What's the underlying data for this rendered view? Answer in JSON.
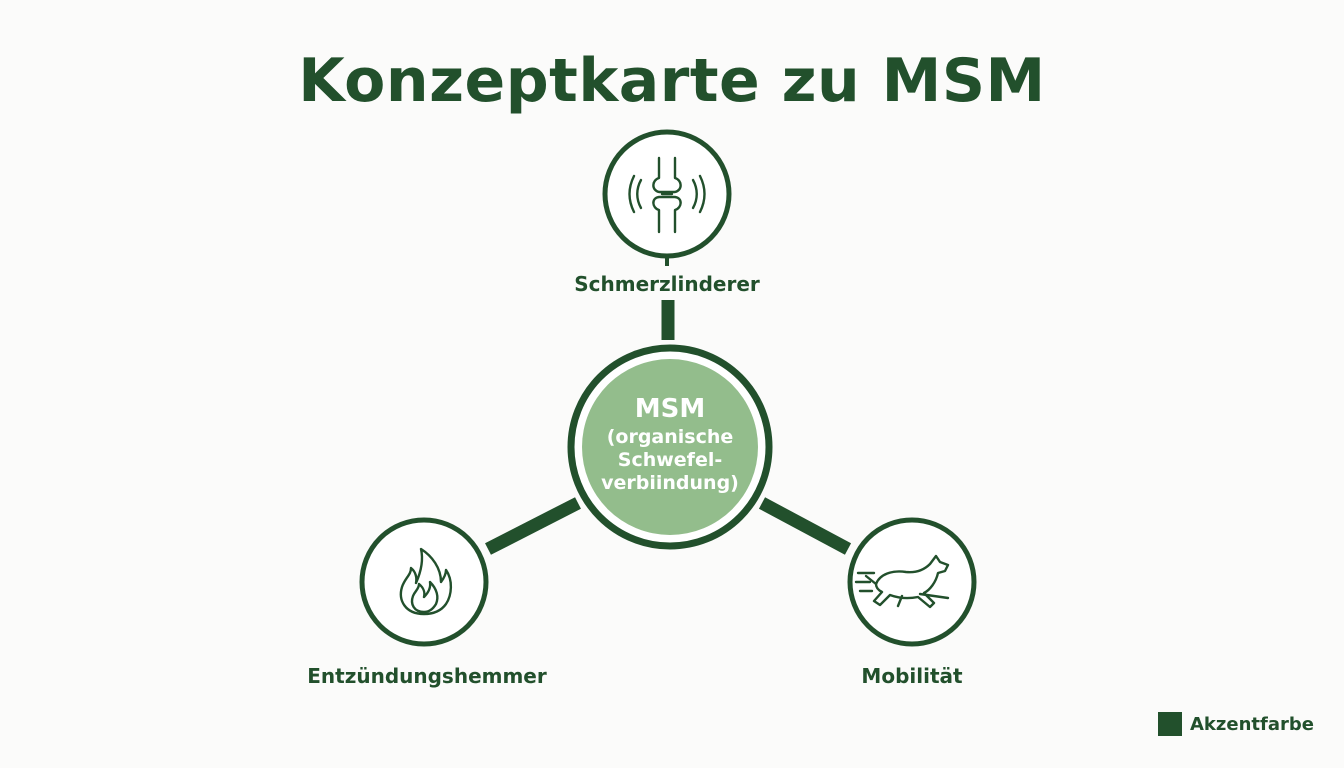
{
  "title": "Konzeptkarte zu MSM",
  "center": {
    "title": "MSM",
    "subtitle": "(organische\nSchwefel-\nverbiindung)"
  },
  "nodes": [
    {
      "label": "Schmerzlinderer",
      "icon": "knee-joint-icon"
    },
    {
      "label": "Entzündungshemmer",
      "icon": "flame-icon"
    },
    {
      "label": "Mobilität",
      "icon": "running-dog-icon"
    }
  ],
  "legend": {
    "label": "Akzentfarbe",
    "color": "#22502c"
  },
  "colors": {
    "accent": "#22502c",
    "center_fill": "#93bd8c",
    "background": "#fbfbfa"
  }
}
